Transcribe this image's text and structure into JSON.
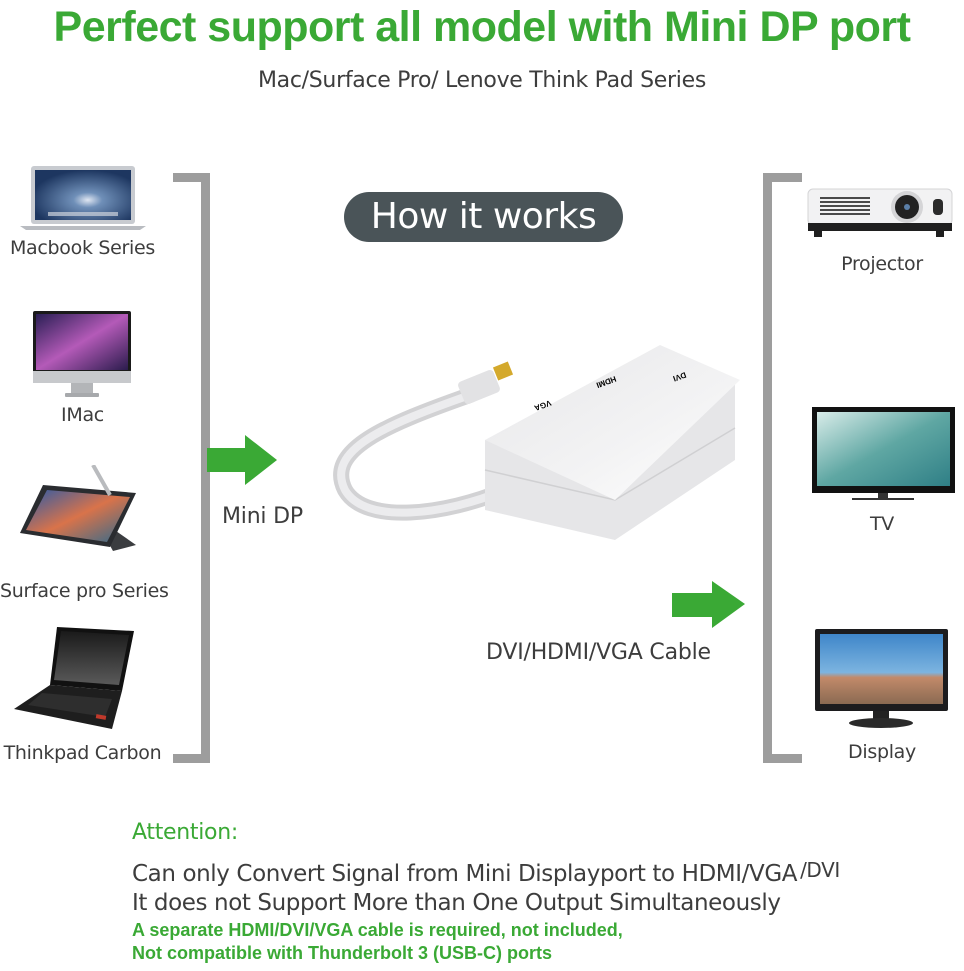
{
  "header": {
    "title": "Perfect support all model with Mini DP port",
    "subtitle": "Mac/Surface Pro/ Lenove Think Pad Series"
  },
  "colors": {
    "accent_green": "#3aa935",
    "bracket_gray": "#9d9d9d",
    "pill_bg": "#4a5458",
    "text_dark": "#3d3d3d"
  },
  "center": {
    "pill_label": "How it works",
    "input_arrow_label": "Mini DP",
    "output_arrow_label": "DVI/HDMI/VGA Cable",
    "adapter": {
      "ports": [
        "VGA",
        "HDMI",
        "DVI"
      ]
    }
  },
  "sources": [
    {
      "label": "Macbook Series",
      "icon": "laptop-macbook-icon"
    },
    {
      "label": "IMac",
      "icon": "imac-desktop-icon"
    },
    {
      "label": "Surface pro Series",
      "icon": "tablet-surface-icon"
    },
    {
      "label": "Thinkpad Carbon",
      "icon": "laptop-thinkpad-icon"
    }
  ],
  "outputs": [
    {
      "label": "Projector",
      "icon": "projector-icon"
    },
    {
      "label": "TV",
      "icon": "tv-icon"
    },
    {
      "label": "Display",
      "icon": "monitor-display-icon"
    }
  ],
  "attention": {
    "heading": "Attention:",
    "line1_main": "Can only Convert Signal from Mini Displayport to HDMI/VGA",
    "line1_suffix": "/DVI",
    "line2": "It does not Support More than One Output Simultaneously",
    "note1": "A separate HDMI/DVI/VGA cable is required, not included,",
    "note2": "Not compatible with Thunderbolt 3 (USB-C) ports"
  }
}
